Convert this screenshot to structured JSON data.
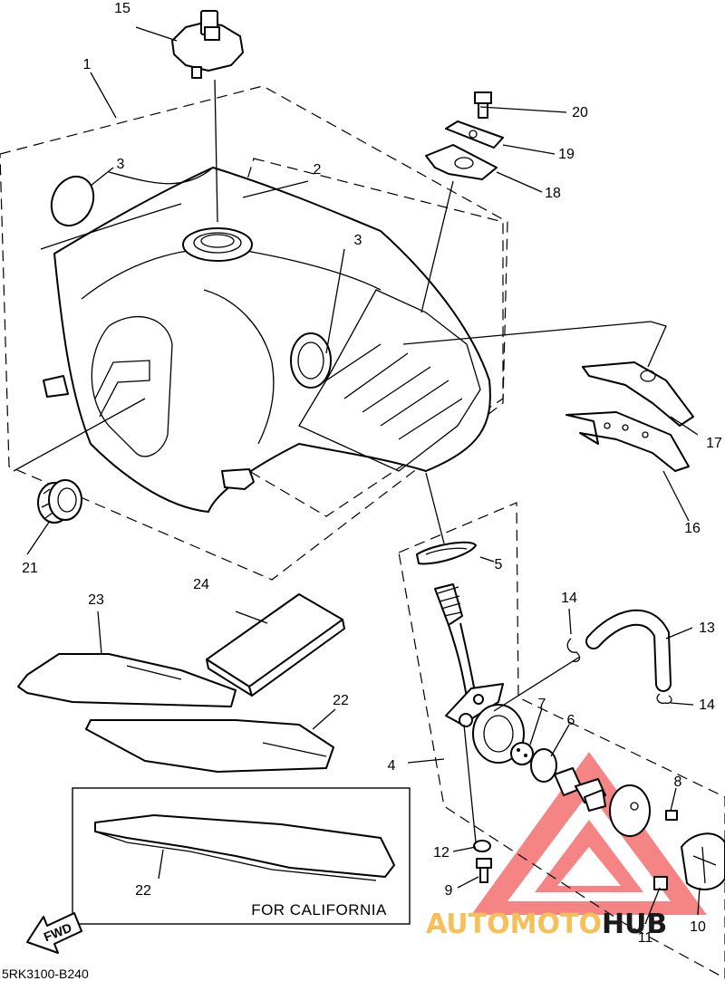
{
  "callouts": {
    "c1": "1",
    "c2": "2",
    "c3a": "3",
    "c3b": "3",
    "c4": "4",
    "c5": "5",
    "c6": "6",
    "c7": "7",
    "c8": "8",
    "c9": "9",
    "c10": "10",
    "c11": "11",
    "c12": "12",
    "c13": "13",
    "c14a": "14",
    "c14b": "14",
    "c15": "15",
    "c16": "16",
    "c17": "17",
    "c18": "18",
    "c19": "19",
    "c20": "20",
    "c21": "21",
    "c22a": "22",
    "c22b": "22",
    "c23": "23",
    "c24": "24"
  },
  "fwd_label": "FWD",
  "california_note": "FOR CALIFORNIA",
  "diagram_code": "5RK3100-B240",
  "watermark": {
    "part1": "AUTOMOTO",
    "part2": "HUB",
    "part1_color": "#f6bf5a",
    "part2_color": "#1a1a1a",
    "triangle_color": "#f25d5d"
  }
}
